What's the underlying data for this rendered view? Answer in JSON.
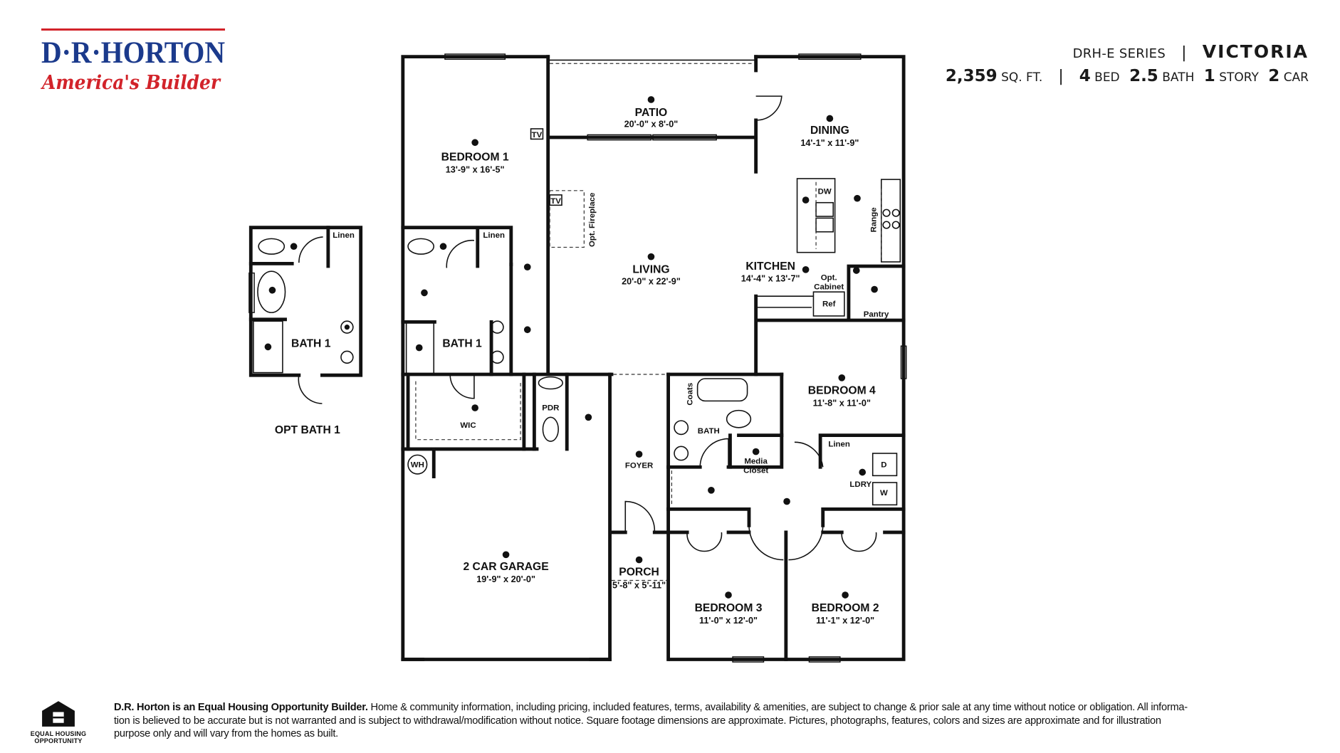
{
  "brand": {
    "name": "D·R·HORTON",
    "tagline": "America's Builder",
    "blue": "#1b3a8c",
    "red": "#d2232a"
  },
  "header": {
    "series": "DRH-E SERIES",
    "separator": "|",
    "plan_name": "VICTORIA",
    "sqft_value": "2,359",
    "sqft_unit": "SQ. FT.",
    "beds_value": "4",
    "beds_unit": "BED",
    "baths_value": "2.5",
    "baths_unit": "BATH",
    "stories_value": "1",
    "stories_unit": "STORY",
    "garage_value": "2",
    "garage_unit": "CAR"
  },
  "plan": {
    "rooms": [
      {
        "name": "BEDROOM 1",
        "dims": "13'-9\" x 16'-5\""
      },
      {
        "name": "PATIO",
        "dims": "20'-0\" x 8'-0\""
      },
      {
        "name": "DINING",
        "dims": "14'-1\" x 11'-9\""
      },
      {
        "name": "LIVING",
        "dims": "20'-0\" x 22'-9\""
      },
      {
        "name": "KITCHEN",
        "dims": "14'-4\" x 13'-7\""
      },
      {
        "name": "BEDROOM 4",
        "dims": "11'-8\" x 11'-0\""
      },
      {
        "name": "2 CAR GARAGE",
        "dims": "19'-9\" x 20'-0\""
      },
      {
        "name": "PORCH",
        "dims": "5'-8\" x 5'-11\""
      },
      {
        "name": "BEDROOM 3",
        "dims": "11'-0\" x 12'-0\""
      },
      {
        "name": "BEDROOM 2",
        "dims": "11'-1\" x 12'-0\""
      }
    ],
    "labels": {
      "bath1": "BATH 1",
      "wic": "WIC",
      "pdr": "PDR",
      "foyer": "FOYER",
      "bath": "BATH",
      "media_closet_1": "Media",
      "media_closet_2": "Closet",
      "ldry": "LDRY",
      "linen": "Linen",
      "pantry": "Pantry",
      "ref": "Ref",
      "opt_cabinet_1": "Opt.",
      "opt_cabinet_2": "Cabinet",
      "dw": "DW",
      "range": "Range",
      "opt_fireplace": "Opt. Fireplace",
      "tv": "TV",
      "coats": "Coats",
      "wh": "WH",
      "dryer": "D",
      "washer": "W"
    },
    "opt_bath": {
      "room_label": "BATH 1",
      "title": "OPT BATH 1",
      "linen": "Linen"
    }
  },
  "footer": {
    "eho_label_1": "EQUAL HOUSING",
    "eho_label_2": "OPPORTUNITY",
    "disclaimer_bold": "D.R. Horton is an Equal Housing Opportunity Builder.",
    "disclaimer_lines": [
      " Home & community information, including pricing, included features, terms, availability & amenities, are subject to change & prior sale at any time without notice or obligation. All informa-",
      "tion is believed to be accurate but is not warranted and is subject to withdrawal/modification without notice. Square footage dimensions are approximate. Pictures, photographs, features, colors and sizes are approximate and for illustration",
      "purpose only and will vary from the homes as built."
    ]
  }
}
